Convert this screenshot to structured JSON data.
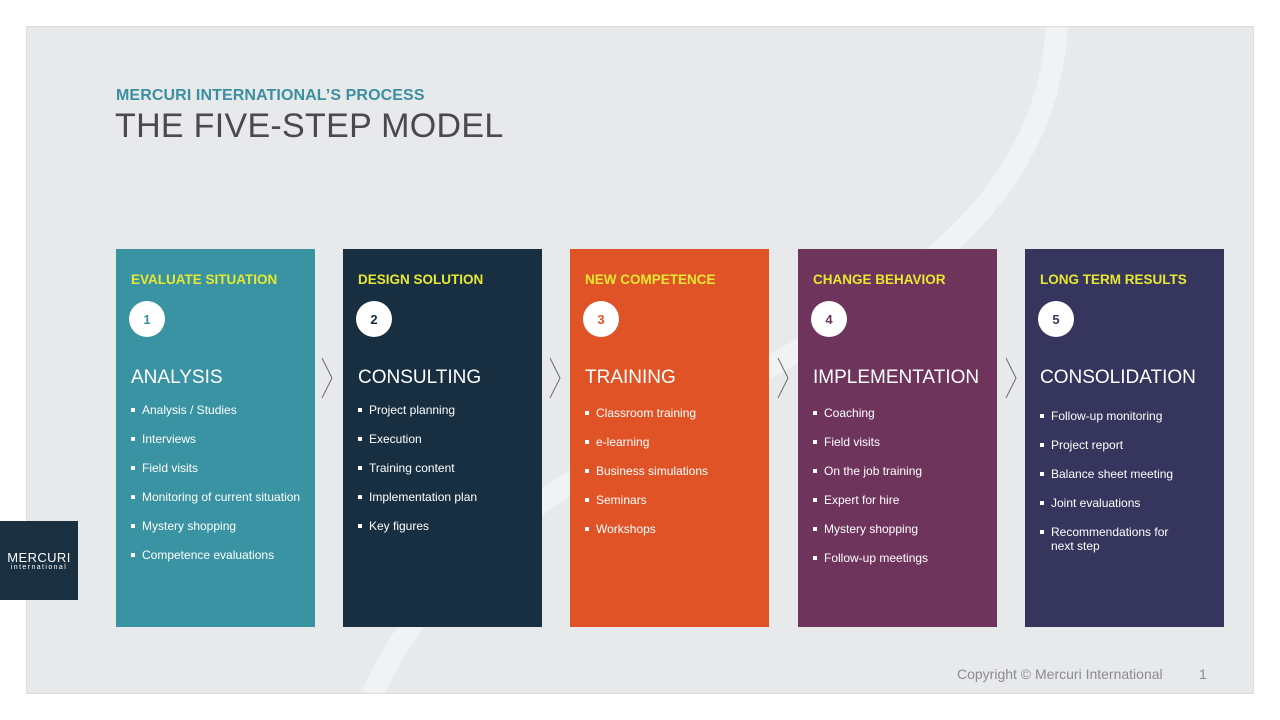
{
  "header": {
    "eyebrow": "MERCURI INTERNATIONAL’S PROCESS",
    "title": "THE FIVE-STEP MODEL"
  },
  "colors": {
    "background": "#e8e9eb",
    "eyebrow": "#3a8fa0",
    "title": "#4a4a4d",
    "step_label": "#e6e832"
  },
  "steps": [
    {
      "label": "EVALUATE  SITUATION",
      "number": "1",
      "phase": "ANALYSIS",
      "color": "#3a93a2",
      "items": [
        "Analysis / Studies",
        "Interviews",
        "Field visits",
        "Monitoring of current situation",
        "Mystery shopping",
        "Competence evaluations"
      ]
    },
    {
      "label": "DESIGN SOLUTION",
      "number": "2",
      "phase": "CONSULTING",
      "color": "#172f41",
      "items": [
        "Project planning",
        "Execution",
        "Training content",
        "Implementation plan",
        "Key figures"
      ]
    },
    {
      "label": "NEW COMPETENCE",
      "number": "3",
      "phase": "TRAINING",
      "color": "#e05326",
      "items": [
        "Classroom training",
        "e-learning",
        "Business simulations",
        "Seminars",
        "Workshops"
      ]
    },
    {
      "label": "CHANGE BEHAVIOR",
      "number": "4",
      "phase": "IMPLEMENTATION",
      "color": "#6f345c",
      "items": [
        "Coaching",
        "Field visits",
        "On the job training",
        "Expert for hire",
        "Mystery  shopping",
        "Follow-up meetings"
      ]
    },
    {
      "label": "LONG TERM RESULTS",
      "number": "5",
      "phase": "CONSOLIDATION",
      "color": "#36355d",
      "items": [
        "Follow-up monitoring",
        "Project report",
        "Balance sheet meeting",
        "Joint evaluations",
        "Recommendations for next step"
      ]
    }
  ],
  "logo": {
    "name": "MERCURI",
    "sub": "international"
  },
  "footer": {
    "copyright": "Copyright © Mercuri International",
    "page": "1"
  }
}
